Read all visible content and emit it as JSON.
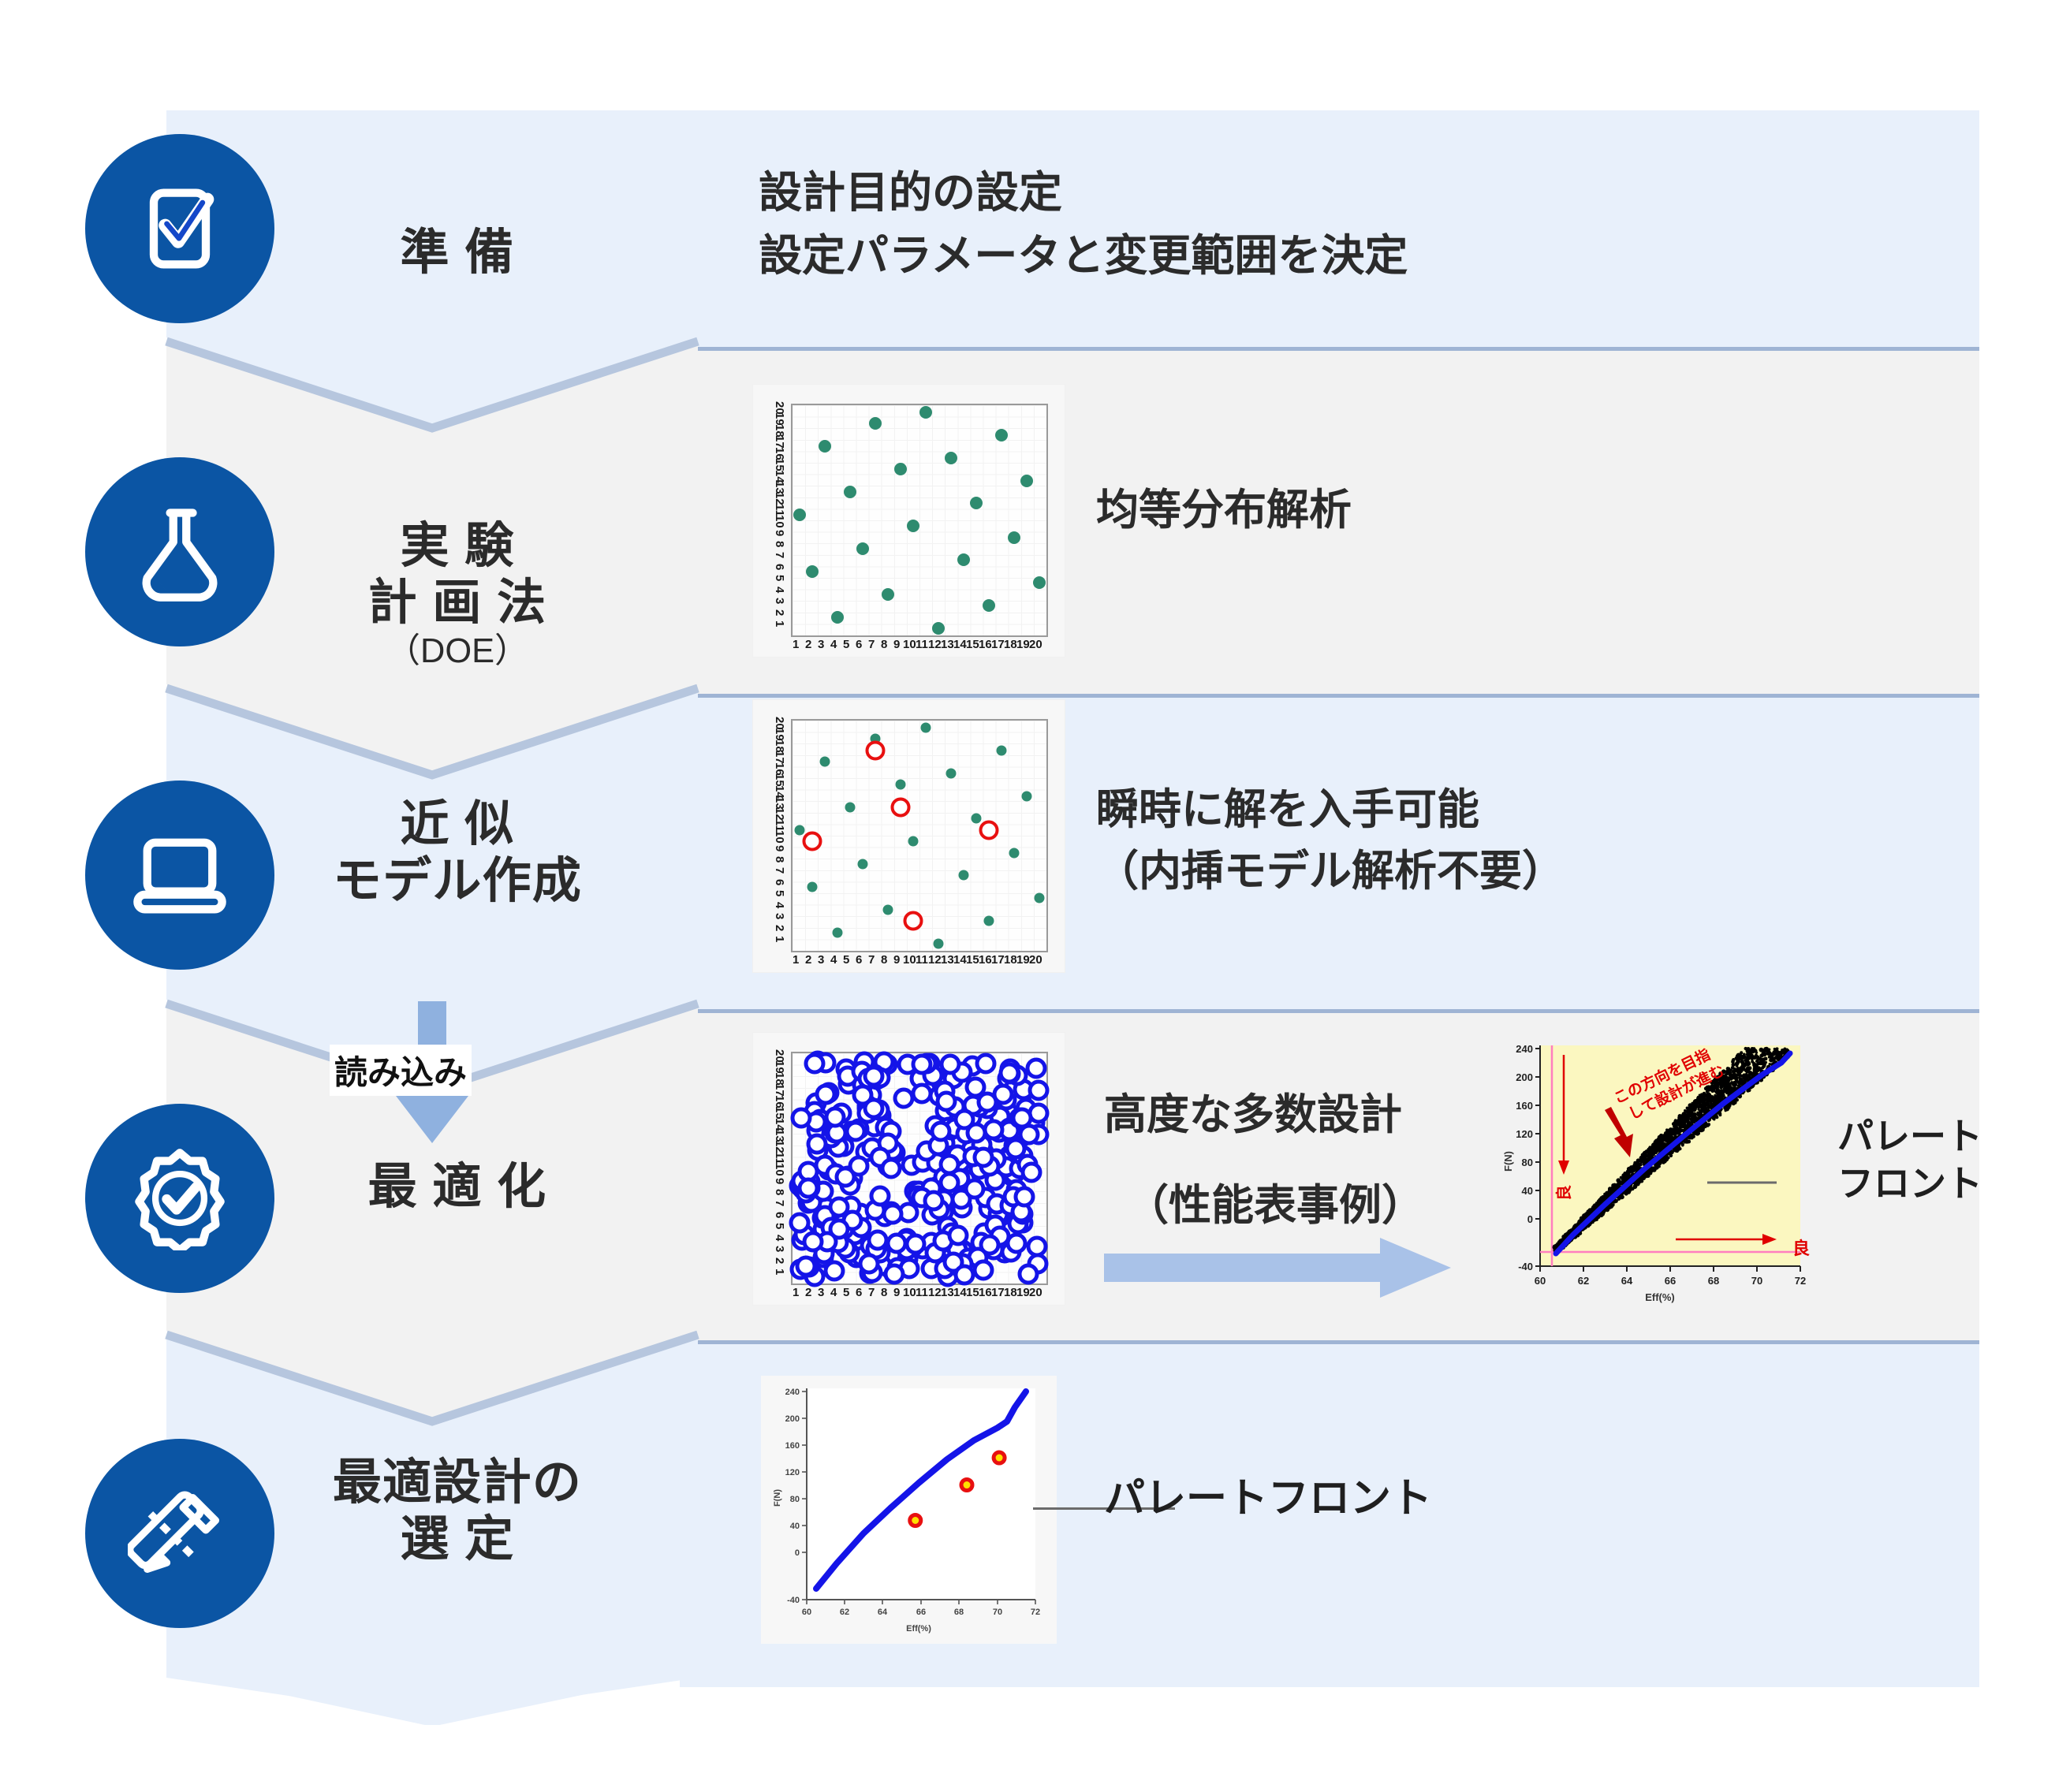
{
  "colors": {
    "brand_blue": "#0b55a4",
    "panel_blue": "#e8f0fb",
    "panel_gray": "#f2f2f2",
    "divider": "#9fb4d4",
    "arrow_blue": "#8fb1df",
    "scatter_green": "#2e8b6f",
    "scatter_red": "#e81010",
    "scatter_blue": "#1414e8",
    "pareto_yellow": "#fbf7c0",
    "annotation_red": "#e00000",
    "text_dark": "#2b2b2b"
  },
  "steps": [
    {
      "id": "preparation",
      "icon": "checklist-icon",
      "label": "準 備",
      "sub": "",
      "description": "設計目的の設定\n設定パラメータと変更範囲を決定"
    },
    {
      "id": "doe",
      "icon": "flask-icon",
      "label": "実 験\n計 画 法",
      "sub": "（DOE）",
      "description": "均等分布解析"
    },
    {
      "id": "surrogate-model",
      "icon": "laptop-icon",
      "label": "近 似\nモデル作成",
      "sub": "",
      "description": "瞬時に解を入手可能\n（内挿モデル解析不要）"
    },
    {
      "id": "optimization",
      "icon": "gear-check-icon",
      "label": "最 適 化",
      "sub": "",
      "description": "高度な多数設計",
      "description2": "（性能表事例）"
    },
    {
      "id": "optimal-design-selection",
      "icon": "ruler-pencil-icon",
      "label": "最適設計の\n選 定",
      "sub": "",
      "description": ""
    }
  ],
  "connector": {
    "load_label": "読み込み"
  },
  "callouts": {
    "pareto_front_two_line": "パレート\nフロント",
    "pareto_front_one_line": "パレートフロント"
  },
  "chart_data": [
    {
      "id": "doe-scatter",
      "type": "scatter",
      "title": "",
      "xlabel": "",
      "ylabel": "",
      "xlim": [
        1,
        20
      ],
      "ylim": [
        1,
        20
      ],
      "grid": true,
      "xticks": [
        1,
        2,
        3,
        4,
        5,
        6,
        7,
        8,
        9,
        10,
        11,
        12,
        13,
        14,
        15,
        16,
        17,
        18,
        19,
        20
      ],
      "yticks": [
        1,
        2,
        3,
        4,
        5,
        6,
        7,
        8,
        9,
        10,
        11,
        12,
        13,
        14,
        15,
        16,
        17,
        18,
        19,
        20
      ],
      "series": [
        {
          "name": "DOE sample points",
          "color": "#2e8b6f",
          "points": [
            [
              1,
              11
            ],
            [
              2,
              6
            ],
            [
              3,
              17
            ],
            [
              4,
              2
            ],
            [
              5,
              13
            ],
            [
              6,
              8
            ],
            [
              7,
              19
            ],
            [
              8,
              4
            ],
            [
              9,
              15
            ],
            [
              10,
              10
            ],
            [
              11,
              20
            ],
            [
              12,
              1
            ],
            [
              13,
              16
            ],
            [
              14,
              7
            ],
            [
              15,
              12
            ],
            [
              16,
              3
            ],
            [
              17,
              18
            ],
            [
              18,
              9
            ],
            [
              19,
              14
            ],
            [
              20,
              5
            ]
          ]
        }
      ]
    },
    {
      "id": "surrogate-scatter",
      "type": "scatter",
      "title": "",
      "xlabel": "",
      "ylabel": "",
      "xlim": [
        1,
        20
      ],
      "ylim": [
        1,
        20
      ],
      "grid": true,
      "xticks": [
        1,
        2,
        3,
        4,
        5,
        6,
        7,
        8,
        9,
        10,
        11,
        12,
        13,
        14,
        15,
        16,
        17,
        18,
        19,
        20
      ],
      "yticks": [
        1,
        2,
        3,
        4,
        5,
        6,
        7,
        8,
        9,
        10,
        11,
        12,
        13,
        14,
        15,
        16,
        17,
        18,
        19,
        20
      ],
      "series": [
        {
          "name": "DOE sample points",
          "color": "#2e8b6f",
          "points": [
            [
              1,
              11
            ],
            [
              2,
              6
            ],
            [
              3,
              17
            ],
            [
              4,
              2
            ],
            [
              5,
              13
            ],
            [
              6,
              8
            ],
            [
              7,
              19
            ],
            [
              8,
              4
            ],
            [
              9,
              15
            ],
            [
              10,
              10
            ],
            [
              11,
              20
            ],
            [
              12,
              1
            ],
            [
              13,
              16
            ],
            [
              14,
              7
            ],
            [
              15,
              12
            ],
            [
              16,
              3
            ],
            [
              17,
              18
            ],
            [
              18,
              9
            ],
            [
              19,
              14
            ],
            [
              20,
              5
            ]
          ]
        },
        {
          "name": "interpolated points",
          "color": "#e81010",
          "points": [
            [
              2,
              10
            ],
            [
              7,
              18
            ],
            [
              9,
              13
            ],
            [
              10,
              3
            ],
            [
              16,
              11
            ]
          ]
        }
      ]
    },
    {
      "id": "optimization-scatter",
      "type": "scatter",
      "title": "",
      "xlabel": "",
      "ylabel": "",
      "xlim": [
        1,
        20
      ],
      "ylim": [
        1,
        20
      ],
      "grid": true,
      "xticks": [
        1,
        2,
        3,
        4,
        5,
        6,
        7,
        8,
        9,
        10,
        11,
        12,
        13,
        14,
        15,
        16,
        17,
        18,
        19,
        20
      ],
      "yticks": [
        1,
        2,
        3,
        4,
        5,
        6,
        7,
        8,
        9,
        10,
        11,
        12,
        13,
        14,
        15,
        16,
        17,
        18,
        19,
        20
      ],
      "series": [
        {
          "name": "optimization candidates",
          "color": "#1414e8",
          "n_points": 300,
          "note": "dense cloud of blue circles filling the design space"
        }
      ]
    },
    {
      "id": "pareto-cloud",
      "type": "scatter",
      "title": "",
      "xlabel": "Eff(%)",
      "ylabel": "F(N)",
      "xlim": [
        60,
        72
      ],
      "ylim": [
        -40,
        240
      ],
      "grid": false,
      "xticks": [
        60,
        62,
        64,
        66,
        68,
        70,
        72
      ],
      "yticks": [
        -40,
        0,
        40,
        80,
        120,
        160,
        200,
        240
      ],
      "background": "#fbf7c0",
      "series": [
        {
          "name": "design candidates",
          "color": "#000000",
          "note": "dense black cloud along diagonal band"
        },
        {
          "name": "pareto front",
          "color": "#1414e8",
          "note": "blue lower-right boundary curve"
        }
      ],
      "annotations": [
        {
          "text": "この方向を目指\nして設計が進む",
          "color": "#e00000"
        },
        {
          "text": "良",
          "color": "#e00000",
          "note": "vertical (down) arrow, left side"
        },
        {
          "text": "良",
          "color": "#e00000",
          "note": "horizontal (right) arrow, bottom"
        }
      ]
    },
    {
      "id": "pareto-front-selection",
      "type": "line",
      "title": "",
      "xlabel": "Eff(%)",
      "ylabel": "F(N)",
      "xlim": [
        60,
        72
      ],
      "ylim": [
        -40,
        240
      ],
      "grid": false,
      "xticks": [
        60,
        62,
        64,
        66,
        68,
        70,
        72
      ],
      "yticks": [
        -40,
        0,
        40,
        80,
        120,
        160,
        200,
        240
      ],
      "series": [
        {
          "name": "pareto front",
          "color": "#1414e8",
          "note": "blue monotone rising curve"
        },
        {
          "name": "selected designs",
          "color": "#e81010",
          "points": [
            [
              65.7,
              65
            ],
            [
              68.4,
              112
            ],
            [
              70.1,
              148
            ]
          ]
        }
      ]
    }
  ]
}
